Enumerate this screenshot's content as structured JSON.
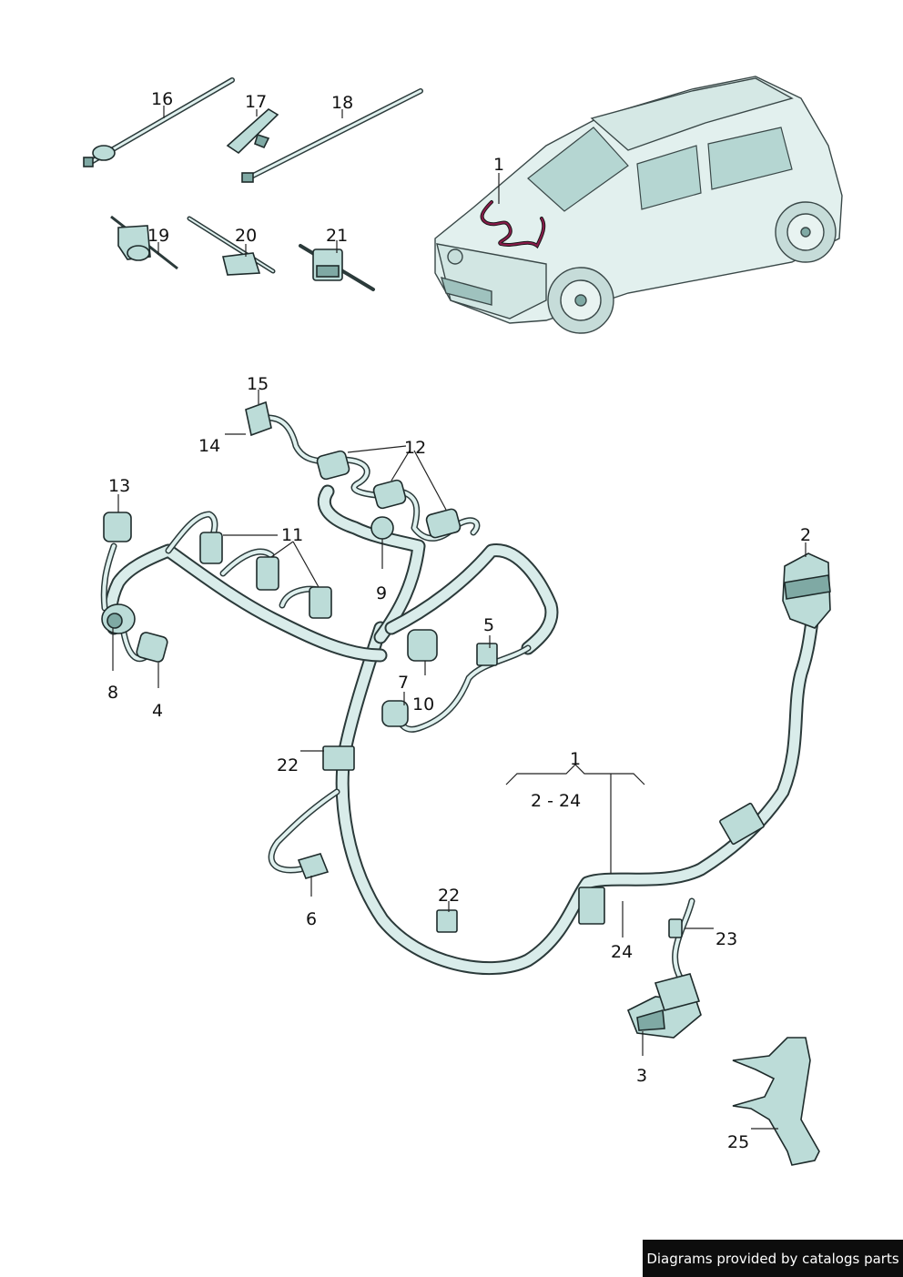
{
  "labels": {
    "l1_car": "1",
    "l2": "2",
    "l3": "3",
    "l4": "4",
    "l5": "5",
    "l6": "6",
    "l7": "7",
    "l8": "8",
    "l9": "9",
    "l10": "10",
    "l11": "11",
    "l12": "12",
    "l13": "13",
    "l14": "14",
    "l15": "15",
    "l16": "16",
    "l17": "17",
    "l18": "18",
    "l19": "19",
    "l20": "20",
    "l21": "21",
    "l22a": "22",
    "l22b": "22",
    "l23": "23",
    "l24": "24",
    "l25": "25",
    "l1_group": "1",
    "group_range": "2 - 24"
  },
  "footer": {
    "text": "Diagrams provided by catalogs parts"
  }
}
